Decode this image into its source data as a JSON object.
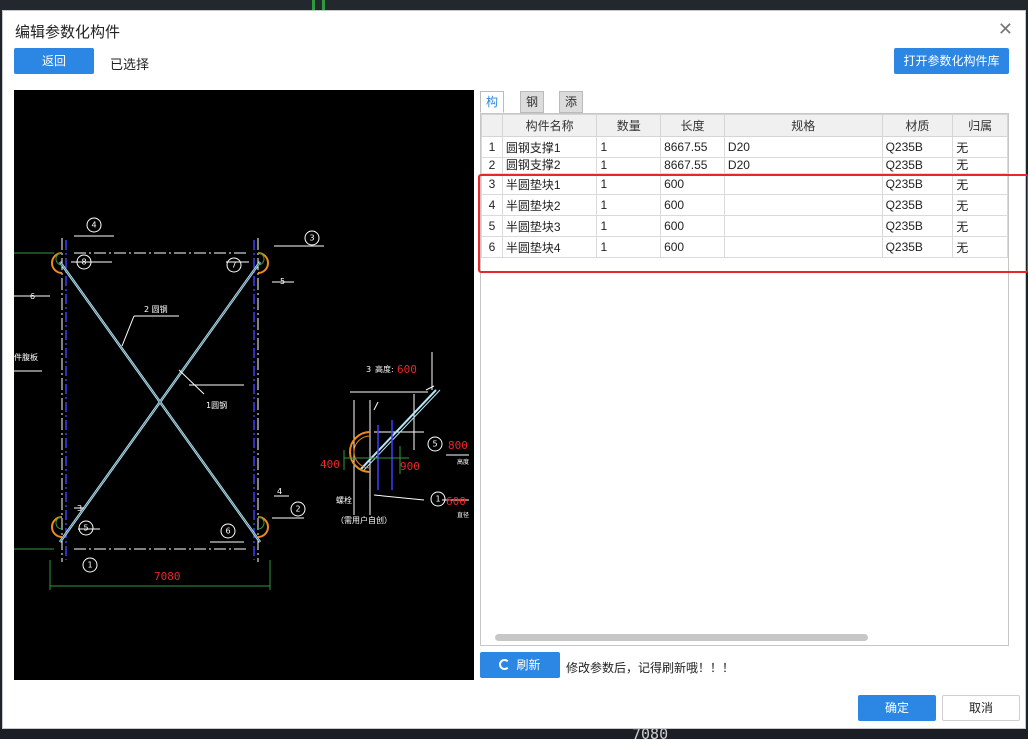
{
  "dialog": {
    "title": "编辑参数化构件"
  },
  "toolbar": {
    "back_label": "返回",
    "selected_label": "已选择",
    "open_library_label": "打开参数化构件库"
  },
  "tabs": [
    {
      "label": "构件",
      "active": true
    },
    {
      "label": "钢板",
      "active": false
    },
    {
      "label": "添加零件",
      "active": false
    }
  ],
  "table": {
    "columns": [
      "",
      "构件名称",
      "数量",
      "长度",
      "规格",
      "材质",
      "归属"
    ],
    "rows": [
      {
        "idx": "1",
        "name": "圆钢支撑1",
        "qty": "1",
        "length": "8667.55",
        "spec": "D20",
        "material": "Q235B",
        "owner": "无"
      },
      {
        "idx": "2",
        "name": "圆钢支撑2",
        "qty": "1",
        "length": "8667.55",
        "spec": "D20",
        "material": "Q235B",
        "owner": "无"
      },
      {
        "idx": "3",
        "name": "半圆垫块1",
        "qty": "1",
        "length": "600",
        "spec": "",
        "material": "Q235B",
        "owner": "无"
      },
      {
        "idx": "4",
        "name": "半圆垫块2",
        "qty": "1",
        "length": "600",
        "spec": "",
        "material": "Q235B",
        "owner": "无"
      },
      {
        "idx": "5",
        "name": "半圆垫块3",
        "qty": "1",
        "length": "600",
        "spec": "",
        "material": "Q235B",
        "owner": "无"
      },
      {
        "idx": "6",
        "name": "半圆垫块4",
        "qty": "1",
        "length": "600",
        "spec": "",
        "material": "Q235B",
        "owner": "无"
      }
    ]
  },
  "footer": {
    "refresh_label": "刷新",
    "hint": "修改参数后，记得刷新哦！！！",
    "ok_label": "确定",
    "cancel_label": "取消"
  },
  "drawing": {
    "callouts": [
      "1",
      "2",
      "3",
      "4",
      "5",
      "6",
      "7",
      "8"
    ],
    "labels": {
      "round_steel_2": "2 圆钢",
      "round_steel_1": "1圆钢",
      "gusset": "件腹板",
      "bolt": "螺栓",
      "user_defined": "（需用户自创）",
      "height": "高度:",
      "height_short": "高度",
      "diameter_short": "直径"
    },
    "dimensions": {
      "span": "7080",
      "height": "600",
      "d400": "400",
      "d900": "900",
      "d800": "800",
      "d600": "600"
    }
  },
  "colors": {
    "accent": "#2b87e3",
    "highlight_box": "#e8262b",
    "cad_background": "#000000"
  },
  "background_text": "7080"
}
